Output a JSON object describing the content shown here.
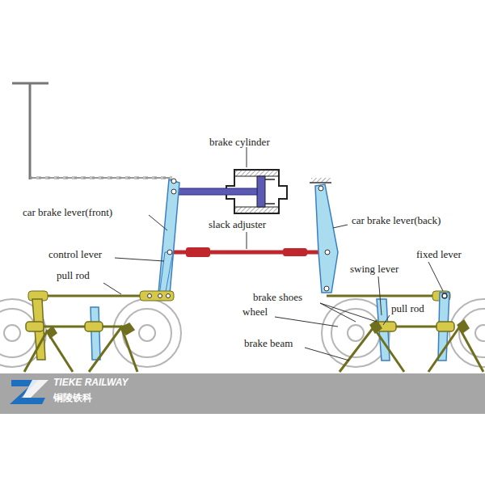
{
  "diagram": {
    "labels": [
      "brake cylinder",
      "car brake lever(front)",
      "slack adjuster",
      "car brake lever(back)",
      "control lever",
      "fixed lever",
      "pull rod",
      "swing lever",
      "brake shoes",
      "pull rod",
      "wheel",
      "brake beam",
      "TIEKE RAILWAY",
      "铜陵铁科"
    ]
  }
}
